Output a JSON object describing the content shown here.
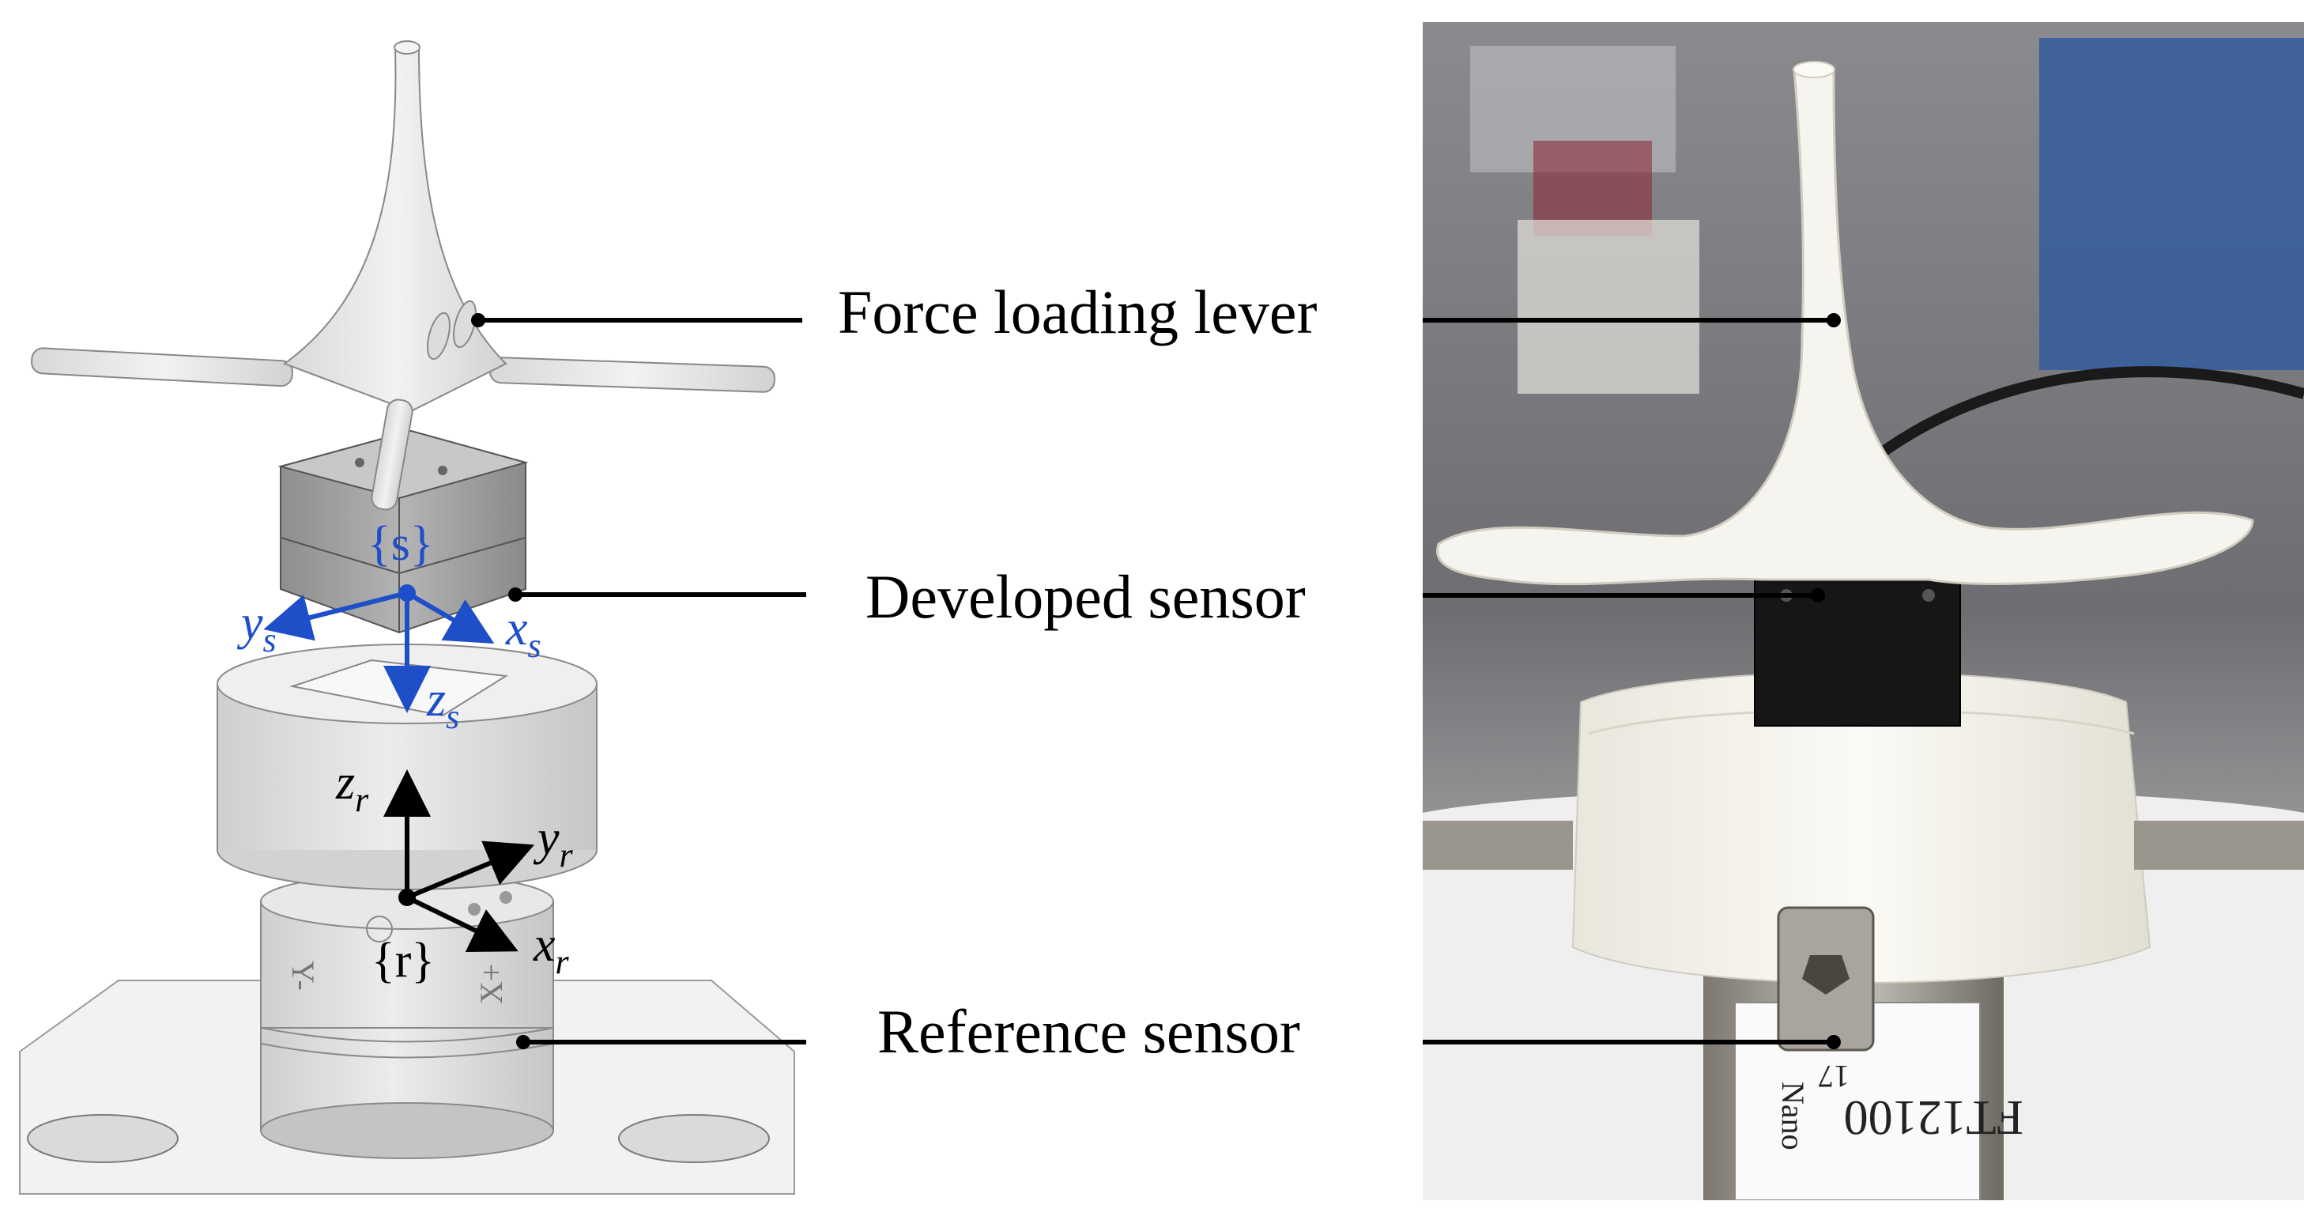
{
  "labels": {
    "force_loading_lever": "Force loading lever",
    "developed_sensor": "Developed sensor",
    "reference_sensor": "Reference sensor"
  },
  "frames": {
    "sensor_frame": {
      "name": "{s}",
      "x": "x",
      "y": "y",
      "z": "z",
      "subscript": "s",
      "color": "#1f4fc8"
    },
    "reference_frame": {
      "name": "{r}",
      "x": "x",
      "y": "y",
      "z": "z",
      "subscript": "r",
      "color": "#000000"
    }
  },
  "reference_sensor_markings": {
    "minus_y": "Y-",
    "plus_x": "X+"
  },
  "photo_label_text": {
    "brand": "Nano",
    "number": "17",
    "serial": "FT12100"
  }
}
